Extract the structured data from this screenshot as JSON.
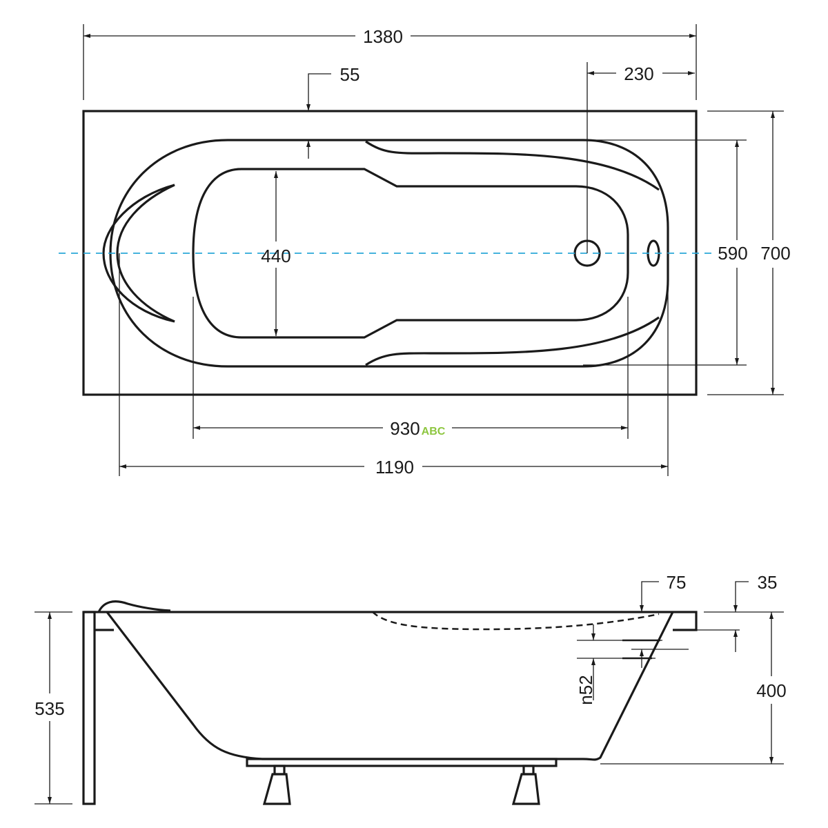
{
  "top_view": {
    "dimensions": {
      "overall_length": "1380",
      "rim_offset": "55",
      "drain_offset": "230",
      "inner_width": "590",
      "overall_width": "700",
      "bottom_width": "440",
      "bottom_length": "930",
      "inner_length": "1190"
    },
    "watermark": "ABC",
    "centerline_color": "#2aa7d8"
  },
  "side_view": {
    "dimensions": {
      "total_height": "535",
      "tub_depth": "400",
      "overflow_offset": "75",
      "rim_thickness": "35",
      "overflow_diameter": "n52"
    }
  }
}
